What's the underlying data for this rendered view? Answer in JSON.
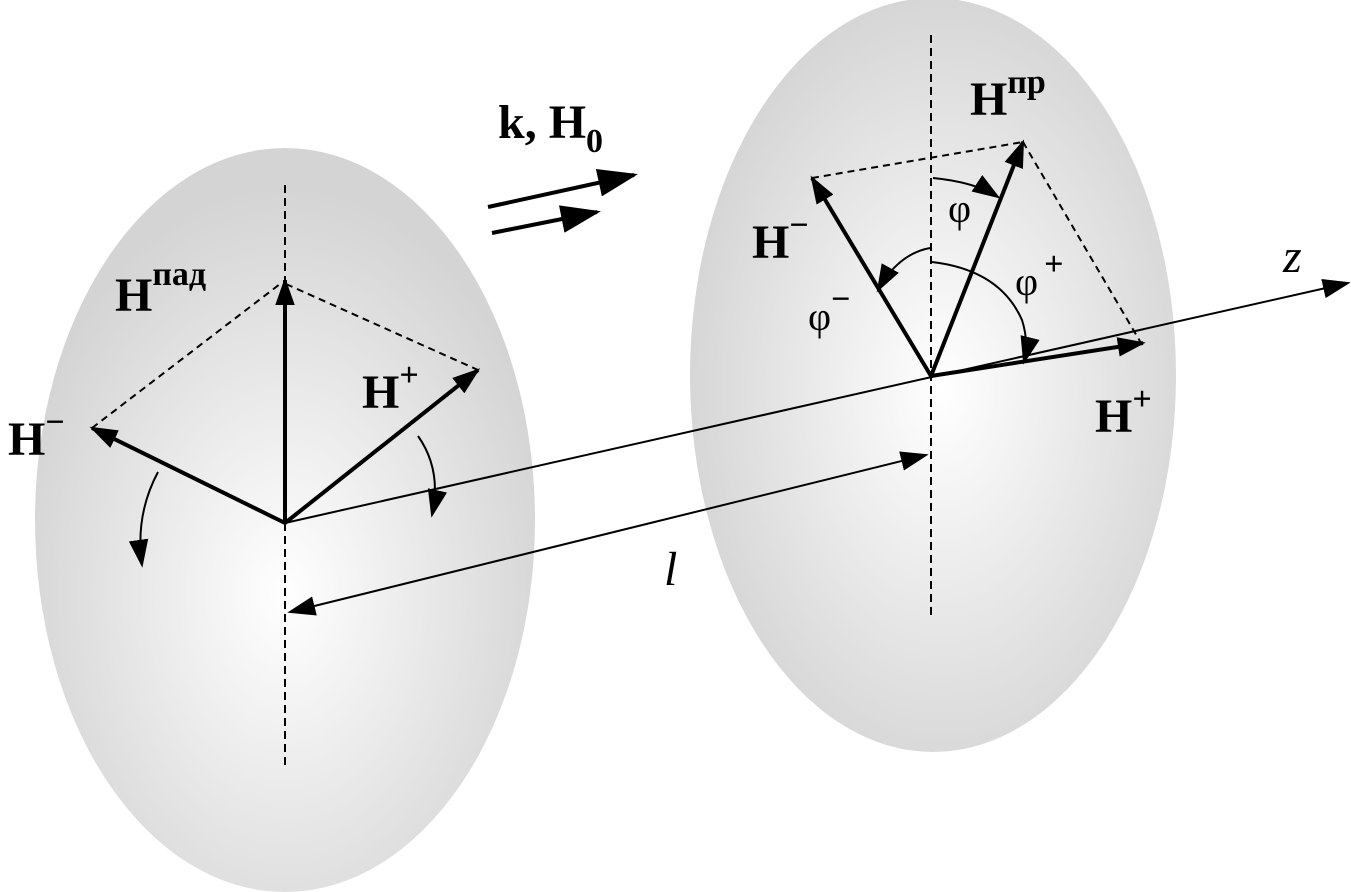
{
  "labels": {
    "k_H0": {
      "k": "k",
      "comma": ",",
      "H": "H",
      "sub": "0"
    },
    "left_H_pad": {
      "base": "H",
      "sup": "пад"
    },
    "left_H_minus": {
      "base": "H",
      "sup": "−"
    },
    "left_H_plus": {
      "base": "H",
      "sup": "+"
    },
    "right_H_pr": {
      "base": "H",
      "sup": "пр"
    },
    "right_H_minus": {
      "base": "H",
      "sup": "−"
    },
    "right_H_plus": {
      "base": "H",
      "sup": "+"
    },
    "phi": "φ",
    "phi_minus": {
      "base": "φ",
      "sup": "−"
    },
    "phi_plus": {
      "base": "φ",
      "sup": "+"
    },
    "z_axis": "z",
    "length_l": "l"
  },
  "colors": {
    "ink": "#000000",
    "disk_center": "#ffffff",
    "disk_edge": "#d2d2d2"
  }
}
